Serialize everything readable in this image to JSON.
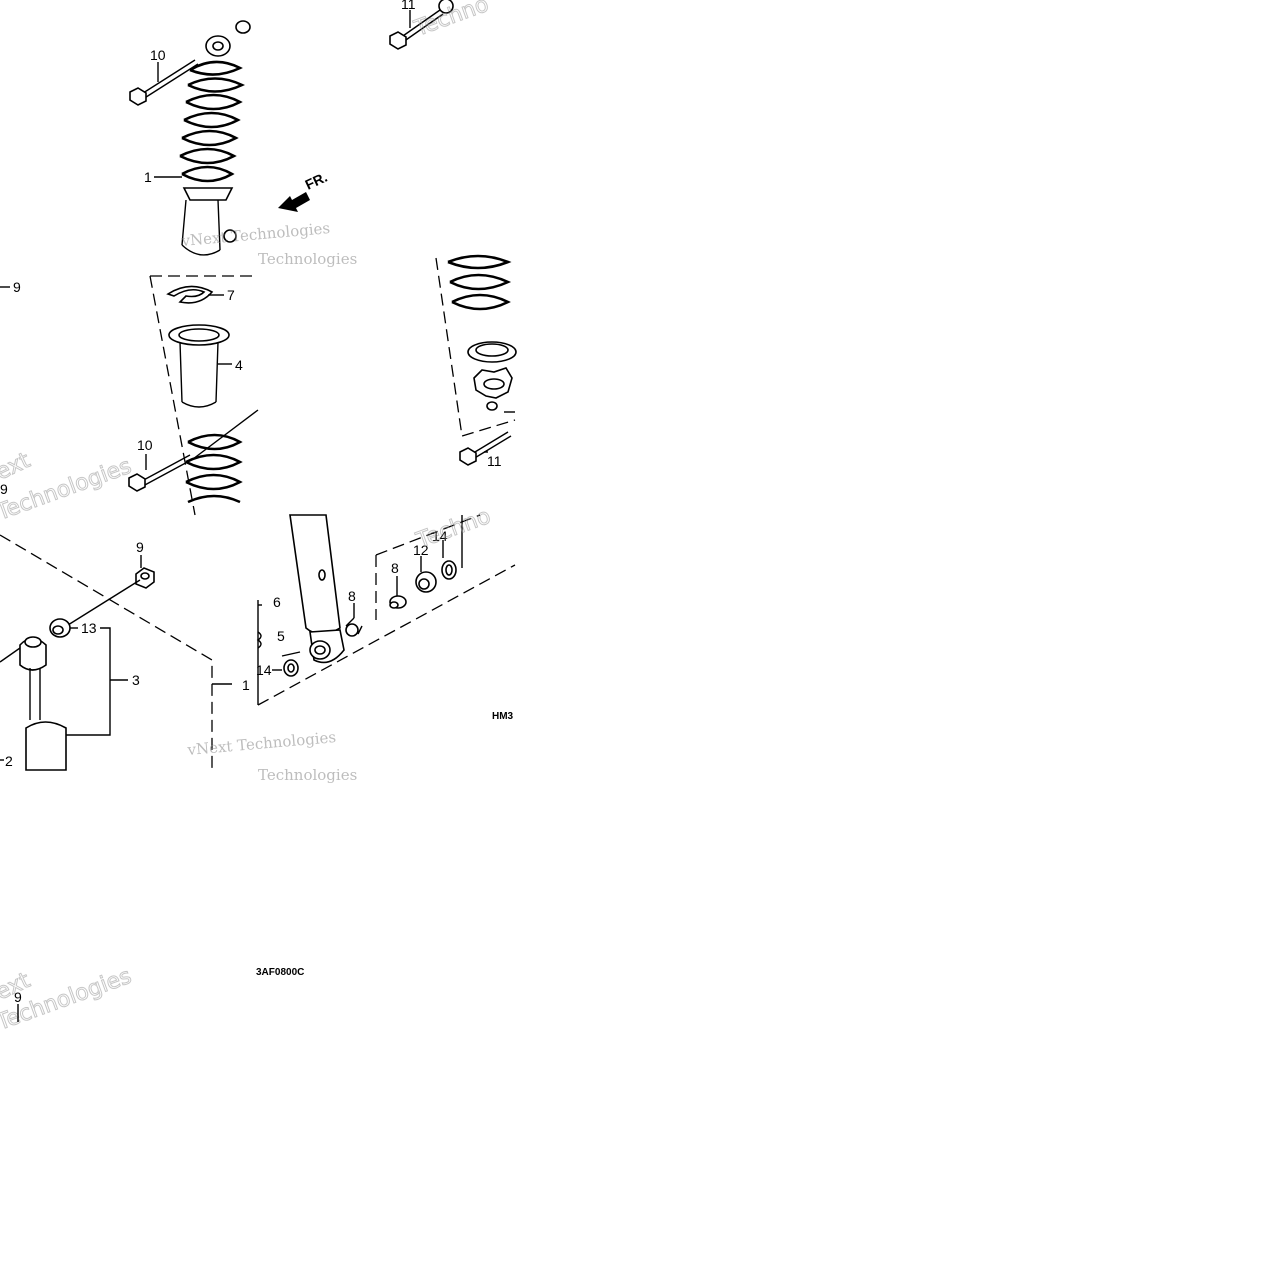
{
  "callouts": {
    "c1_top": "1",
    "c10_top": "10",
    "c11_top": "11",
    "c9_mid": "9",
    "c7": "7",
    "c4": "4",
    "c10_mid": "10",
    "c11_mid": "11",
    "c9_left": "9",
    "c9_bottom": "9",
    "c13": "13",
    "c3": "3",
    "c1_bottom": "1",
    "c2": "2",
    "c6": "6",
    "c5": "5",
    "c14_left": "14",
    "c8_left": "8",
    "c8_right": "8",
    "c12": "12",
    "c14_right": "14",
    "c9_lowest": "9"
  },
  "direction_label": "FR.",
  "codes": {
    "hm": "HM3",
    "baf": "3AF0800C"
  },
  "watermarks": {
    "text_a": "vNext Technologies",
    "text_b": "Technologies",
    "text_c": "Techno",
    "text_d": "vNext",
    "text_e": "ext"
  }
}
